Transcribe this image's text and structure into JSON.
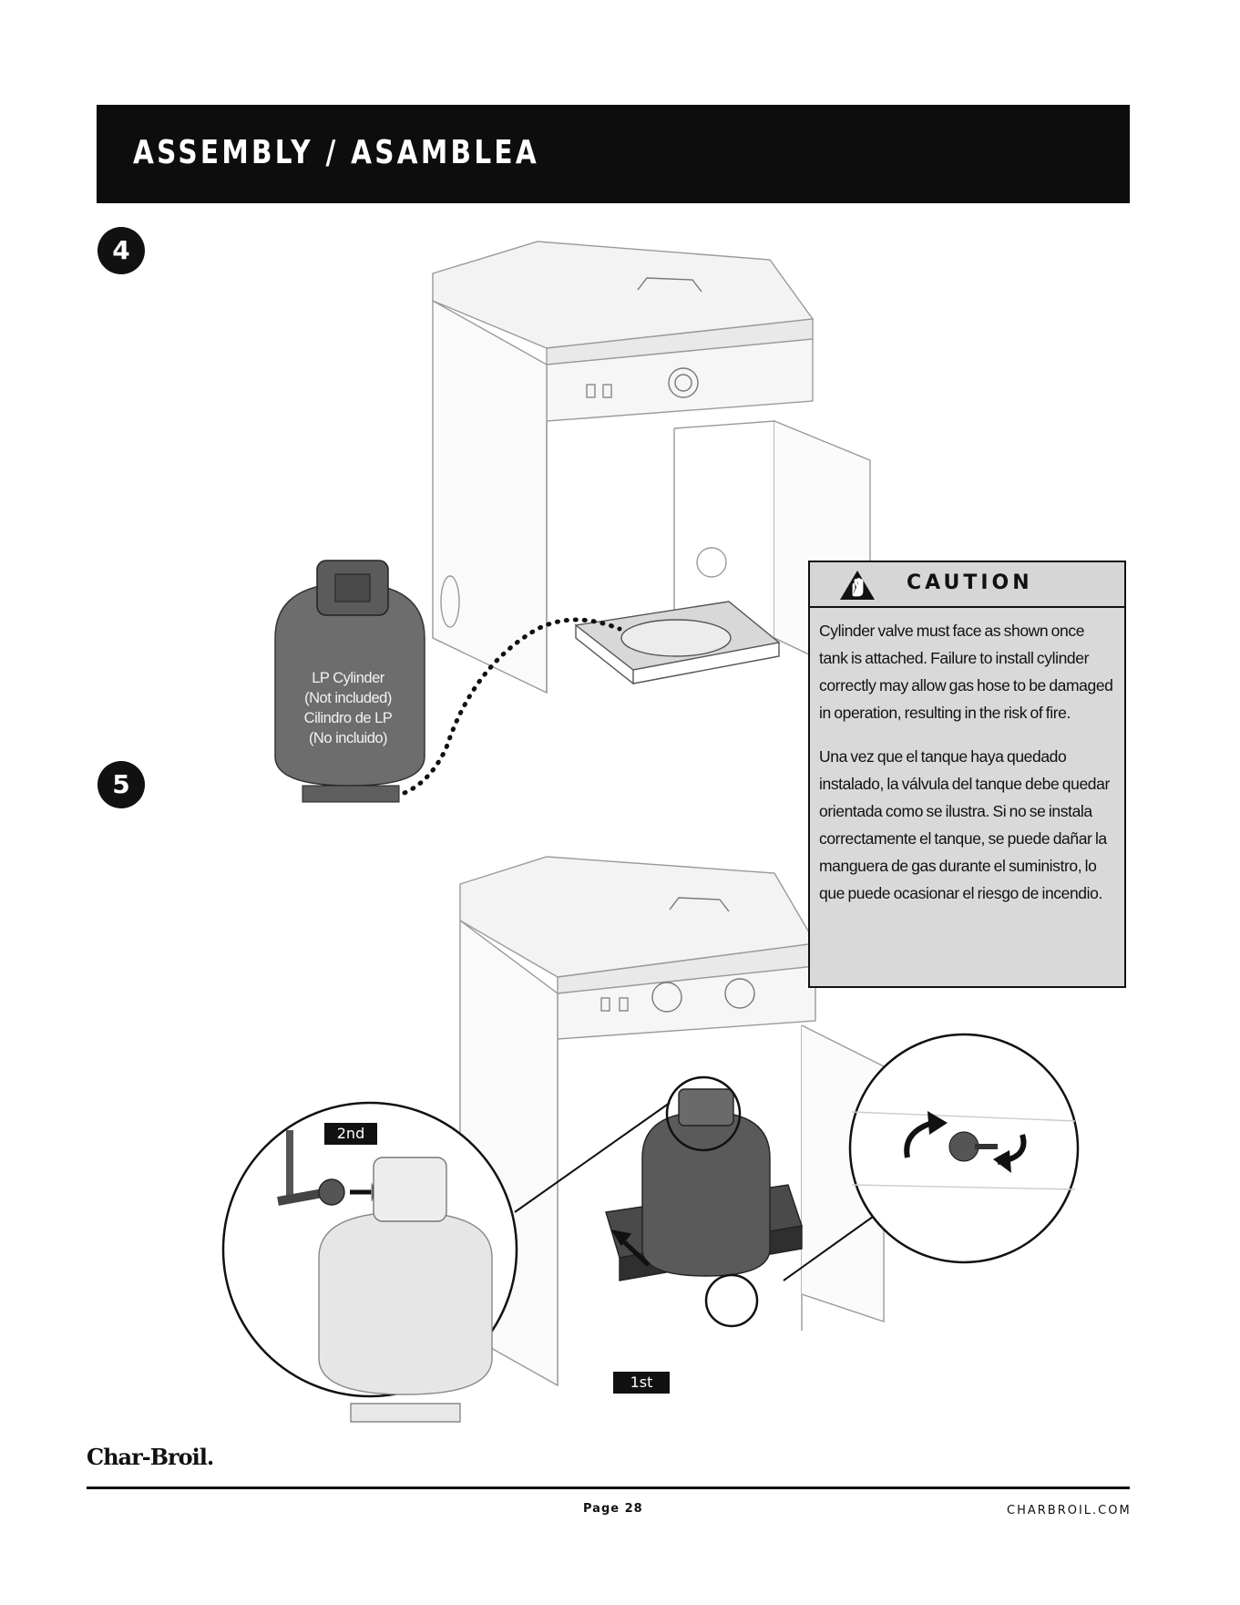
{
  "header": {
    "title": "ASSEMBLY / ASAMBLEA"
  },
  "steps": [
    {
      "number": "4"
    },
    {
      "number": "5"
    }
  ],
  "tank_label": {
    "line1": "LP Cylinder",
    "line2": "(Not included)",
    "line3": "Cilindro de LP",
    "line4": "(No incluido)"
  },
  "caution": {
    "title": "CAUTION",
    "english": "Cylinder valve must face as shown once tank is attached. Failure to install cylinder correctly may allow gas hose to be damaged in operation, resulting in the risk of fire.",
    "spanish": "Una vez que el tanque haya quedado instalado, la válvula del tanque debe quedar orientada como se ilustra. Si no se instala correctamente el tanque, se puede dañar la manguera de gas durante el suministro, lo que puede ocasionar el riesgo de incendio."
  },
  "tags": {
    "second": "2nd",
    "first": "1st"
  },
  "footer": {
    "brand": "Char-Broil.",
    "page": "Page 28",
    "website": "CHARBROIL.COM"
  },
  "icons": [
    "warning-hand-icon",
    "rotate-arrows-icon"
  ]
}
